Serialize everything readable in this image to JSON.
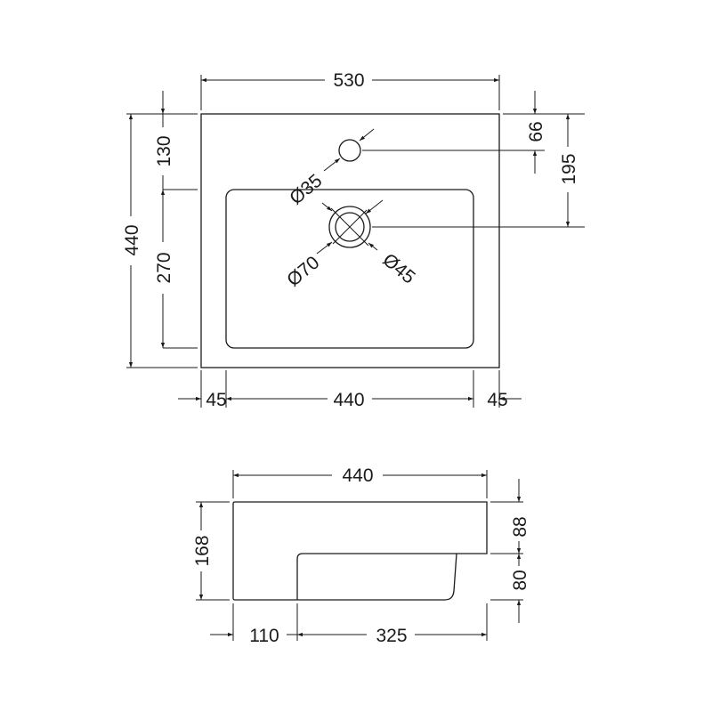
{
  "top_view": {
    "width_overall": "530",
    "depth_overall": "440",
    "front_to_bowl": "130",
    "bowl_depth": "270",
    "tap_hole_offset": "66",
    "waste_offset": "195",
    "tap_hole_diameter": "Ø35",
    "waste_outer_diameter": "Ø70",
    "waste_inner_diameter": "Ø45",
    "left_margin": "45",
    "bowl_width": "440",
    "right_margin": "45"
  },
  "side_view": {
    "width": "440",
    "height": "168",
    "upper_height": "88",
    "lower_height": "80",
    "left_offset": "110",
    "bowl_length": "325"
  },
  "colors": {
    "line": "#1a1a1a",
    "background": "#ffffff"
  }
}
